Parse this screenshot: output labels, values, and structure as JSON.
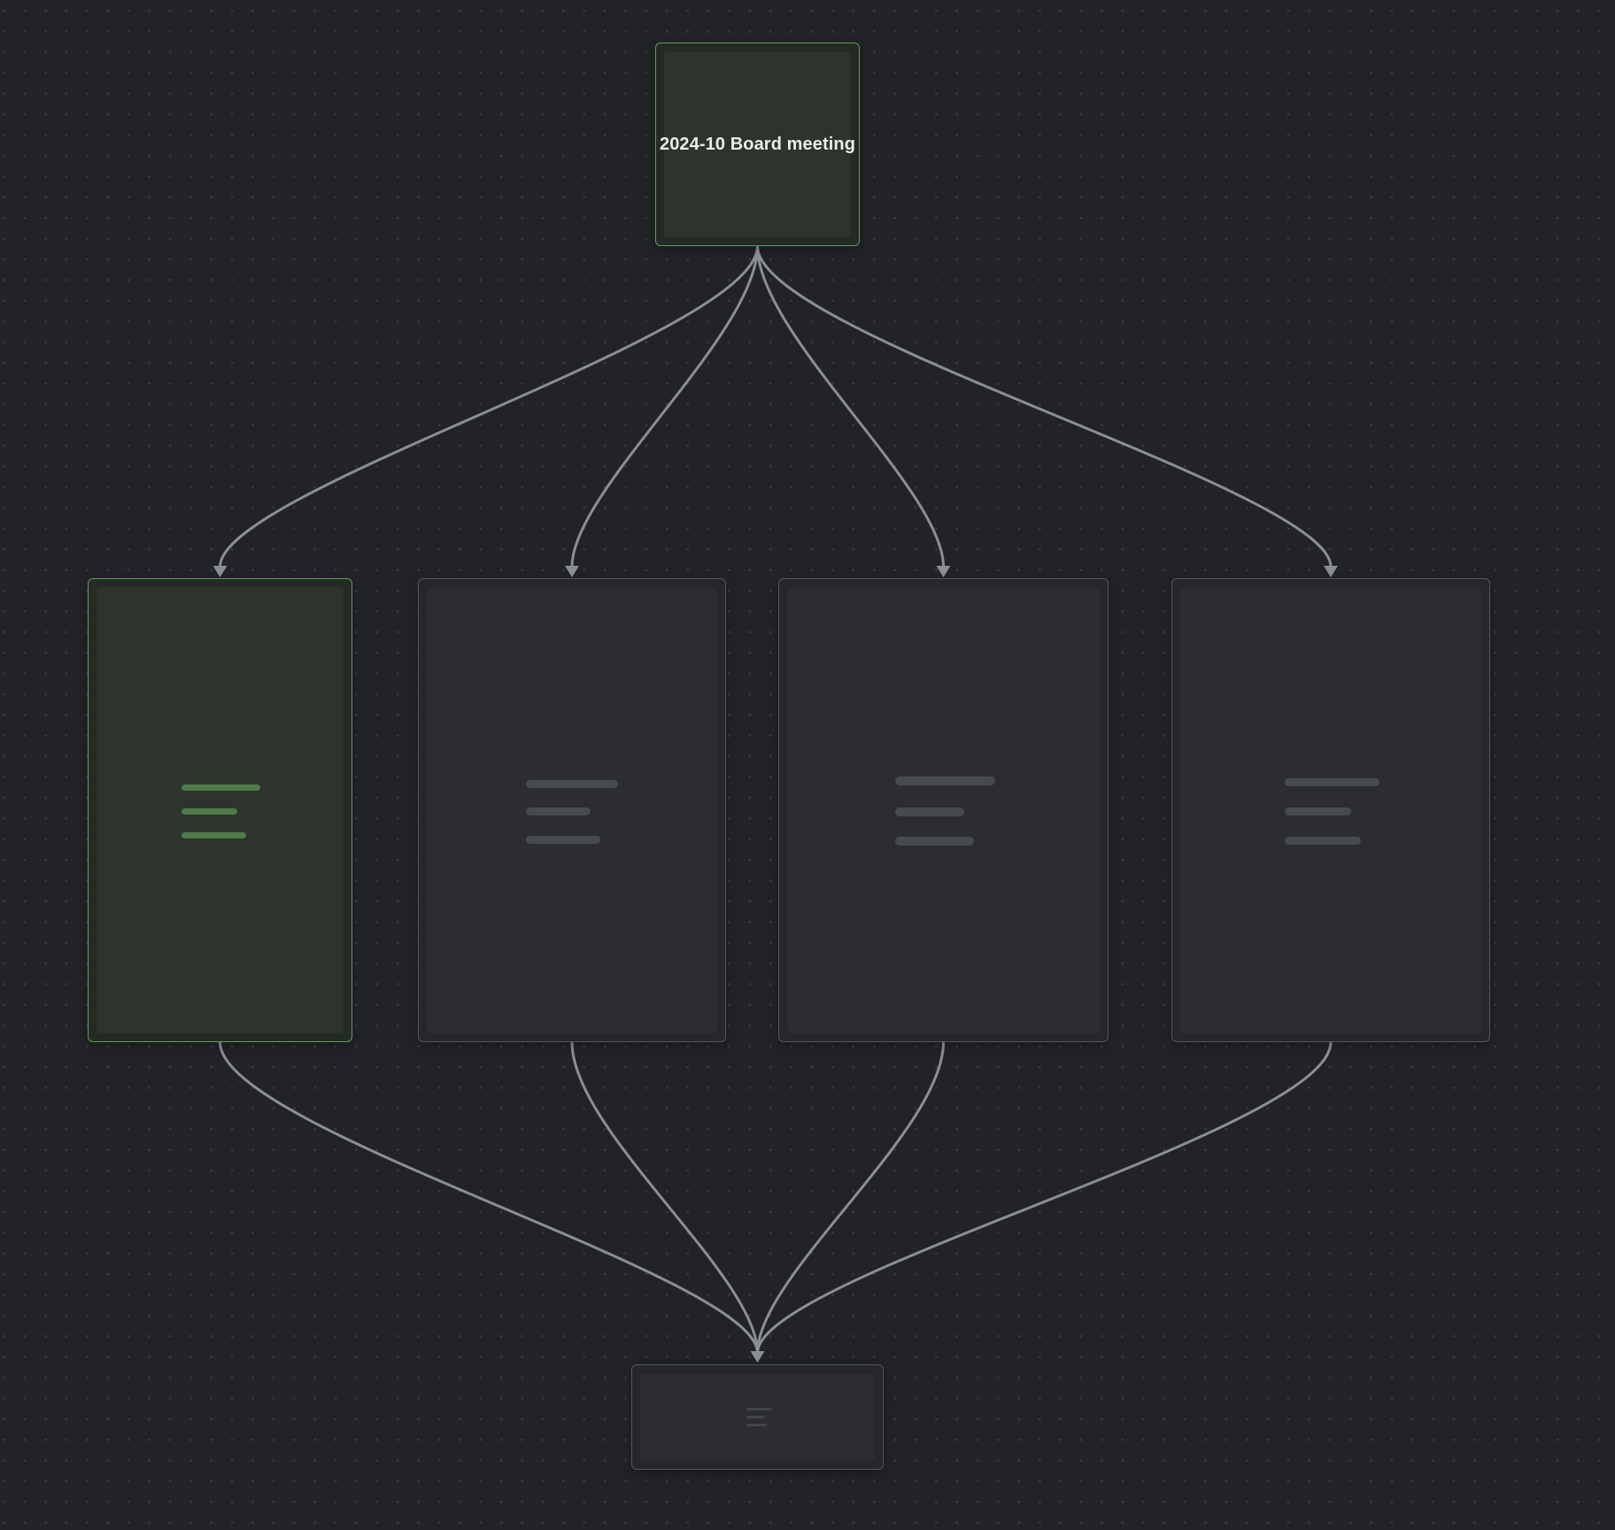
{
  "canvas": {
    "type": "node-graph-canvas",
    "grid": "dots"
  },
  "colors": {
    "background": "#222327",
    "grid-dot": "#3a3d42",
    "edge": "#8b8f94",
    "accent-green": "#5f9e5c",
    "green-node-fill": "#2c342c",
    "green-node-bg": "#242a24",
    "green-node-line": "#4d7c47",
    "gray-node-border": "#54575c",
    "gray-node-fill": "#2b2d31",
    "gray-node-bg": "#25272a",
    "gray-node-line": "#474a4f",
    "summary-line": "#42454a",
    "label-text": "#eaece7"
  },
  "nodes": {
    "root": {
      "label": "2024-10 Board meeting",
      "highlighted": true
    },
    "notes": [
      {
        "id": "note-1",
        "highlighted": true,
        "skeleton_lines": 3
      },
      {
        "id": "note-2",
        "highlighted": false,
        "skeleton_lines": 3
      },
      {
        "id": "note-3",
        "highlighted": false,
        "skeleton_lines": 3
      },
      {
        "id": "note-4",
        "highlighted": false,
        "skeleton_lines": 3
      }
    ],
    "summary": {
      "highlighted": false,
      "skeleton_lines": 3
    }
  },
  "edges": {
    "from_root_count": 4,
    "to_summary_count": 4
  }
}
